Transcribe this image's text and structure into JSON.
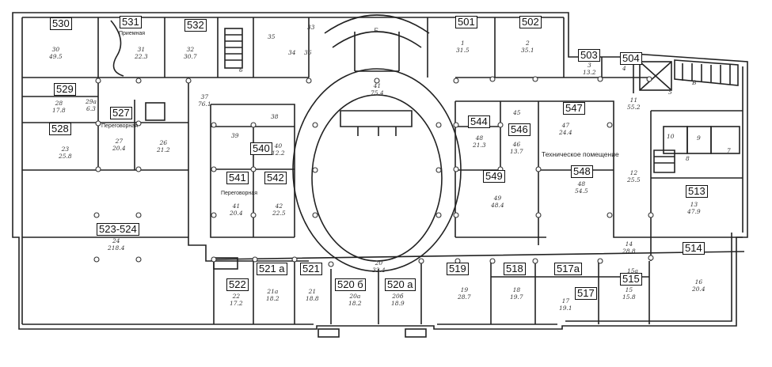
{
  "room_numbers": {
    "r530": "530",
    "r531": "531",
    "r532": "532",
    "r501": "501",
    "r502": "502",
    "r503": "503",
    "r504": "504",
    "r529": "529",
    "r527": "527",
    "r528": "528",
    "r547": "547",
    "r544": "544",
    "r546": "546",
    "r540": "540",
    "r541": "541",
    "r542": "542",
    "r549": "549",
    "r548": "548",
    "r513": "513",
    "r523_524": "523-524",
    "r514": "514",
    "r521a": "521 a",
    "r521": "521",
    "r519": "519",
    "r518": "518",
    "r517a": "517a",
    "r515": "515",
    "r522": "522",
    "r520b": "520 б",
    "r520a": "520 а",
    "r517": "517"
  },
  "captions": {
    "priemnaya": "Приемная",
    "peregovornaya_1": "Переговорная",
    "peregovornaya_2": "Переговорная",
    "tech_room": "Техническое помещение"
  },
  "handwritten": {
    "h30": [
      "30",
      "49.5"
    ],
    "h31": [
      "31",
      "22.3"
    ],
    "h32": [
      "32",
      "30.7"
    ],
    "h1": [
      "1",
      "31.5"
    ],
    "h2": [
      "2",
      "35.1"
    ],
    "h3": [
      "3",
      "13.2"
    ],
    "h4": [
      "4"
    ],
    "h41": [
      "41",
      "75.4"
    ],
    "h37": [
      "37",
      "76.1"
    ],
    "h11": [
      "11",
      "55.2"
    ],
    "h28": [
      "28",
      "17.8"
    ],
    "h29": [
      "29а",
      "6.3"
    ],
    "h23": [
      "23",
      "25.8"
    ],
    "h27": [
      "27",
      "20.4"
    ],
    "h26": [
      "26",
      "21.2"
    ],
    "h38": [
      "38"
    ],
    "h39": [
      "39"
    ],
    "h40": [
      "40",
      "12.2"
    ],
    "h45": [
      "45"
    ],
    "h48": [
      "48",
      "21.3"
    ],
    "h46": [
      "46",
      "13.7"
    ],
    "h47": [
      "47",
      "24.4"
    ],
    "h10": [
      "10"
    ],
    "h9": [
      "9"
    ],
    "h7": [
      "7"
    ],
    "h8": [
      "8"
    ],
    "h41b": [
      "41",
      "20.4"
    ],
    "h42": [
      "42",
      "22.5"
    ],
    "h49": [
      "49",
      "48.4"
    ],
    "h48b": [
      "48",
      "54.5"
    ],
    "h12": [
      "12",
      "25.5"
    ],
    "h13": [
      "13",
      "47.9"
    ],
    "h24": [
      "24",
      "218.4"
    ],
    "h14": [
      "14",
      "28.8"
    ],
    "h20": [
      "20",
      "32.4"
    ],
    "h22": [
      "22",
      "17.2"
    ],
    "h21a": [
      "21а",
      "18.2"
    ],
    "h21": [
      "21",
      "18.8"
    ],
    "h20a": [
      "20а",
      "18.2"
    ],
    "h20b": [
      "20б",
      "18.9"
    ],
    "h19": [
      "19",
      "28.7"
    ],
    "h18": [
      "18",
      "19.7"
    ],
    "h17": [
      "17",
      "19.1"
    ],
    "h15": [
      "15",
      "15.8"
    ],
    "h16": [
      "16",
      "20.4"
    ],
    "h34": [
      "34"
    ],
    "h35": [
      "35"
    ],
    "h36": [
      "36"
    ],
    "h33": [
      "33"
    ],
    "h5": [
      "5"
    ],
    "h6": [
      "6"
    ],
    "hB": [
      "Б"
    ],
    "hB2": [
      "В"
    ],
    "h15a": [
      "15а"
    ]
  }
}
